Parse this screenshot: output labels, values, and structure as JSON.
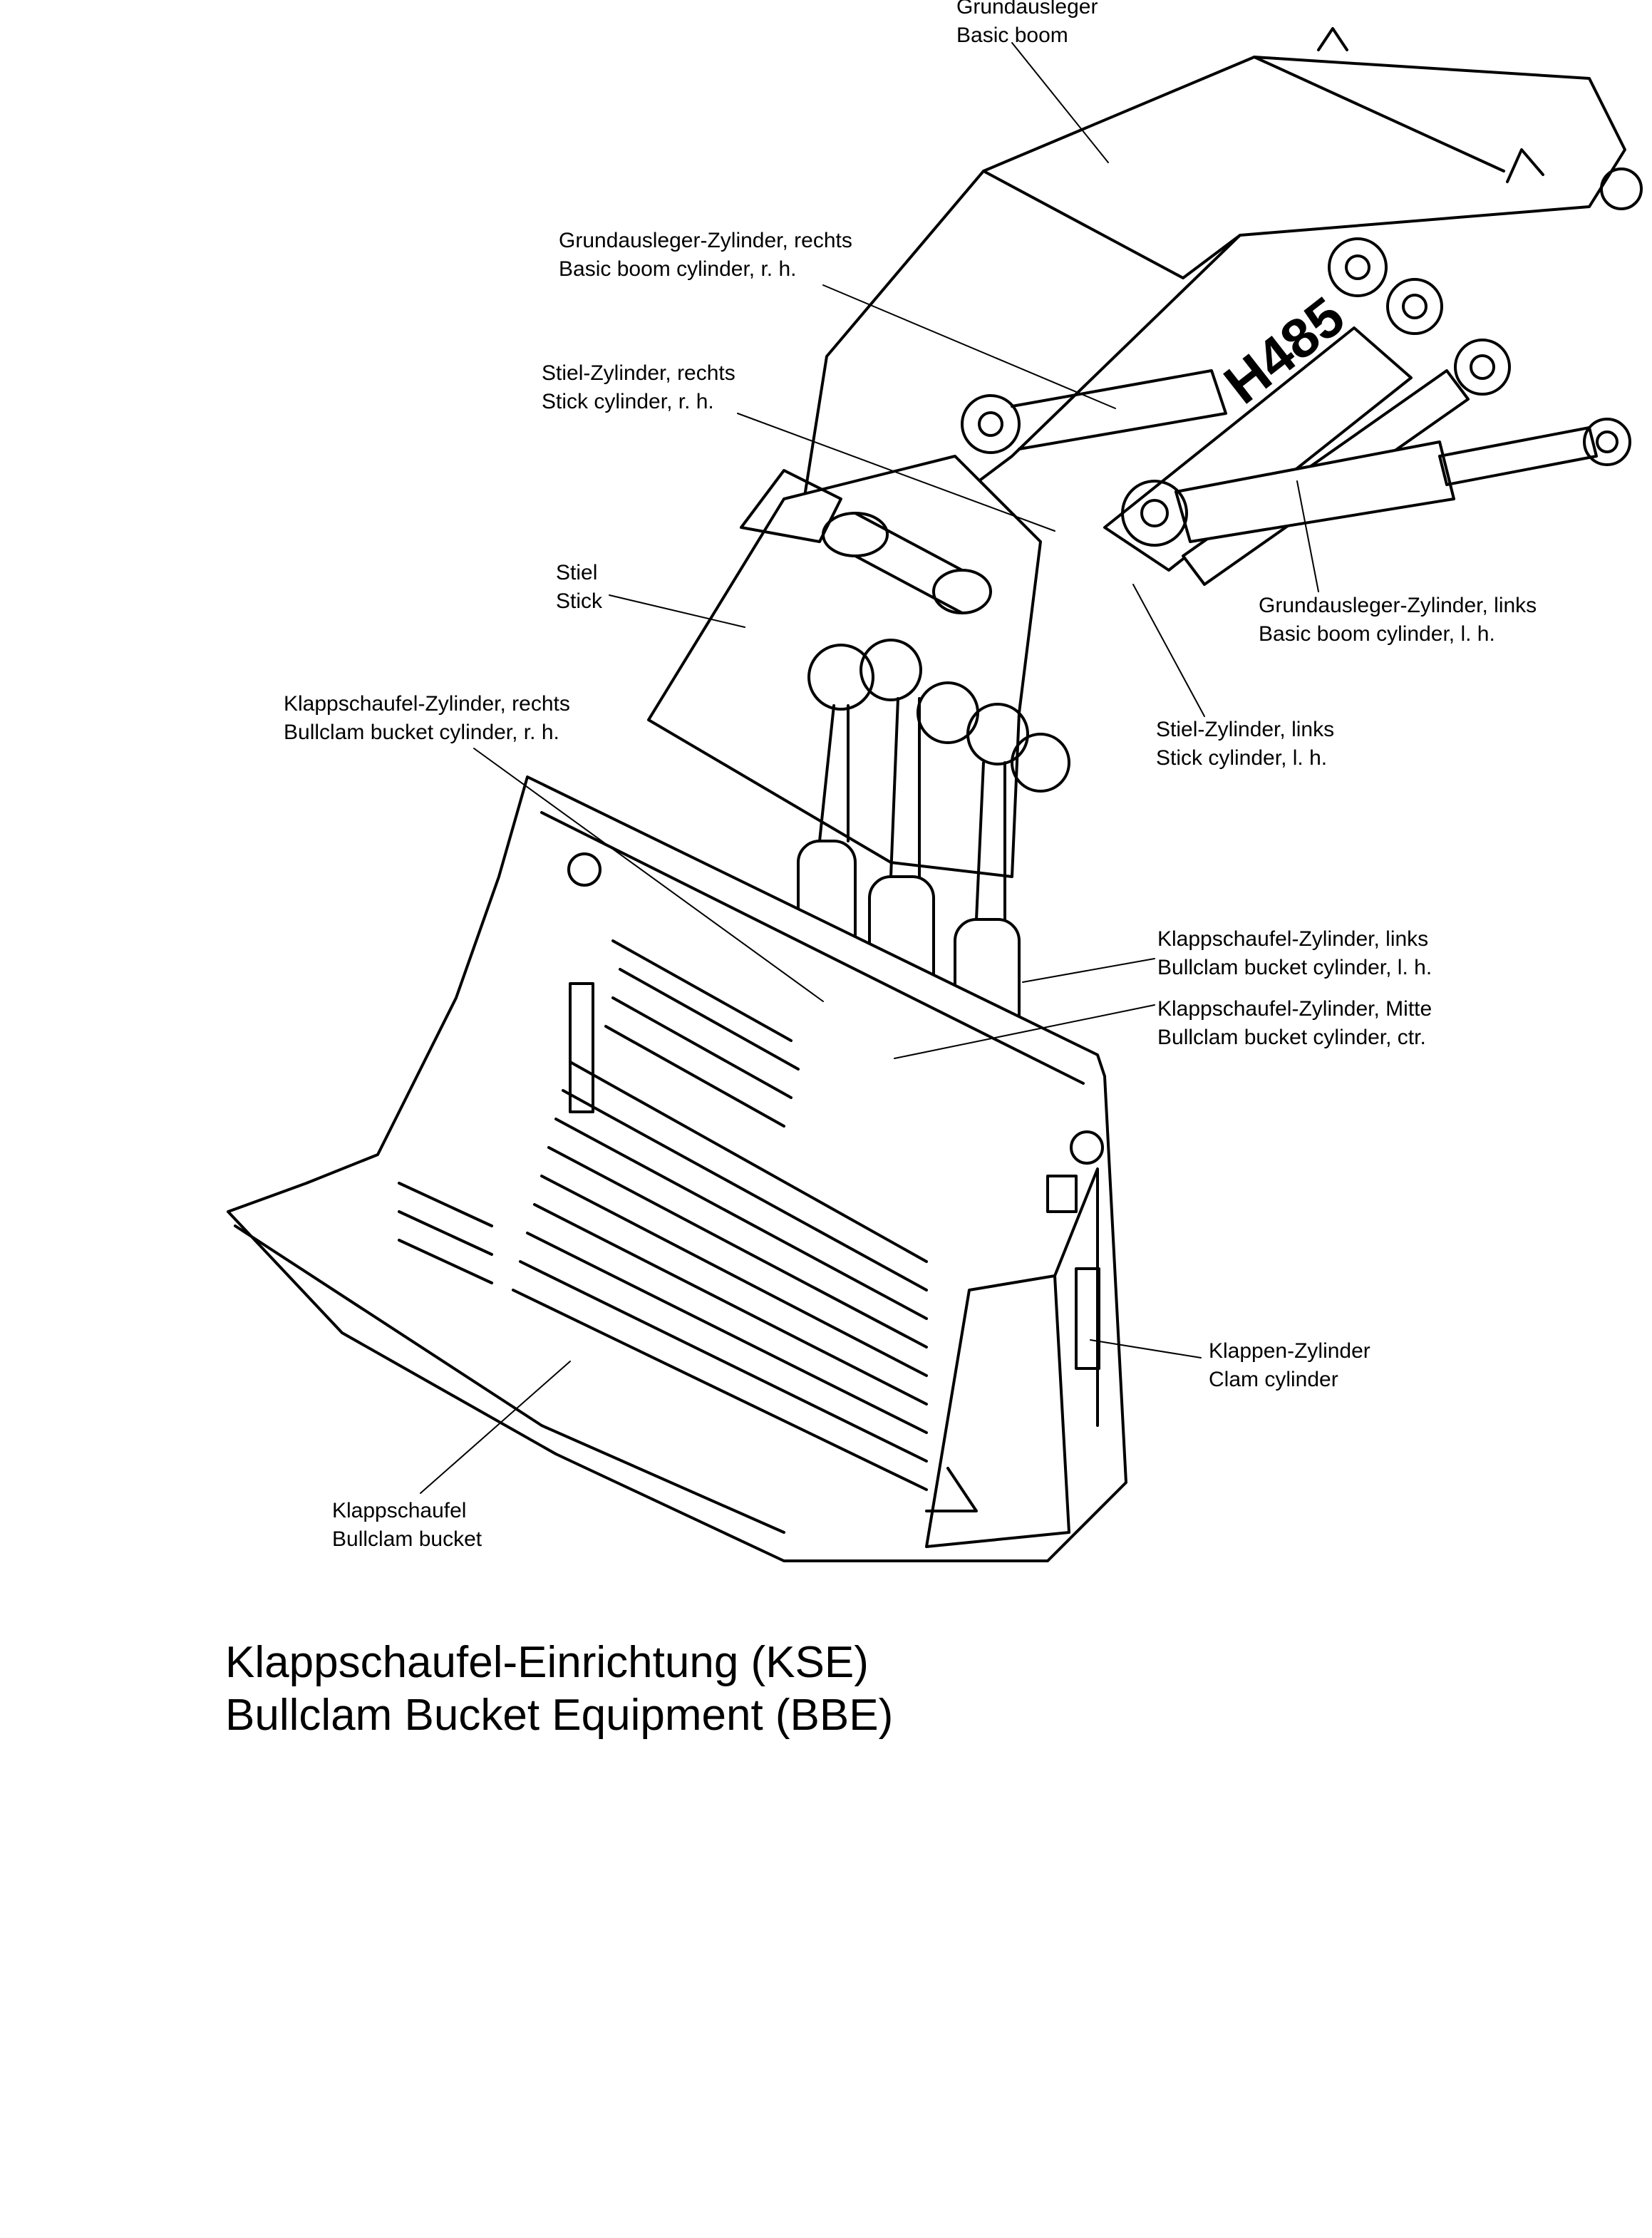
{
  "model_badge": "H485",
  "labels": {
    "basic_boom": {
      "de": "Grundausleger",
      "en": "Basic boom"
    },
    "boom_cyl_rh": {
      "de": "Grundausleger-Zylinder, rechts",
      "en": "Basic boom cylinder, r. h."
    },
    "stick_cyl_rh": {
      "de": "Stiel-Zylinder, rechts",
      "en": "Stick cylinder, r. h."
    },
    "stick": {
      "de": "Stiel",
      "en": "Stick"
    },
    "boom_cyl_lh": {
      "de": "Grundausleger-Zylinder, links",
      "en": "Basic boom cylinder, l. h."
    },
    "bucket_cyl_rh": {
      "de": "Klappschaufel-Zylinder, rechts",
      "en": "Bullclam bucket cylinder, r. h."
    },
    "stick_cyl_lh": {
      "de": "Stiel-Zylinder, links",
      "en": "Stick cylinder, l. h."
    },
    "bucket_cyl_lh": {
      "de": "Klappschaufel-Zylinder, links",
      "en": "Bullclam bucket cylinder, l. h."
    },
    "bucket_cyl_ctr": {
      "de": "Klappschaufel-Zylinder, Mitte",
      "en": "Bullclam bucket cylinder, ctr."
    },
    "clam_cyl": {
      "de": "Klappen-Zylinder",
      "en": "Clam cylinder"
    },
    "bucket": {
      "de": "Klappschaufel",
      "en": "Bullclam bucket"
    }
  },
  "title": {
    "de": "Klappschaufel-Einrichtung (KSE)",
    "en": "Bullclam Bucket Equipment (BBE)"
  }
}
